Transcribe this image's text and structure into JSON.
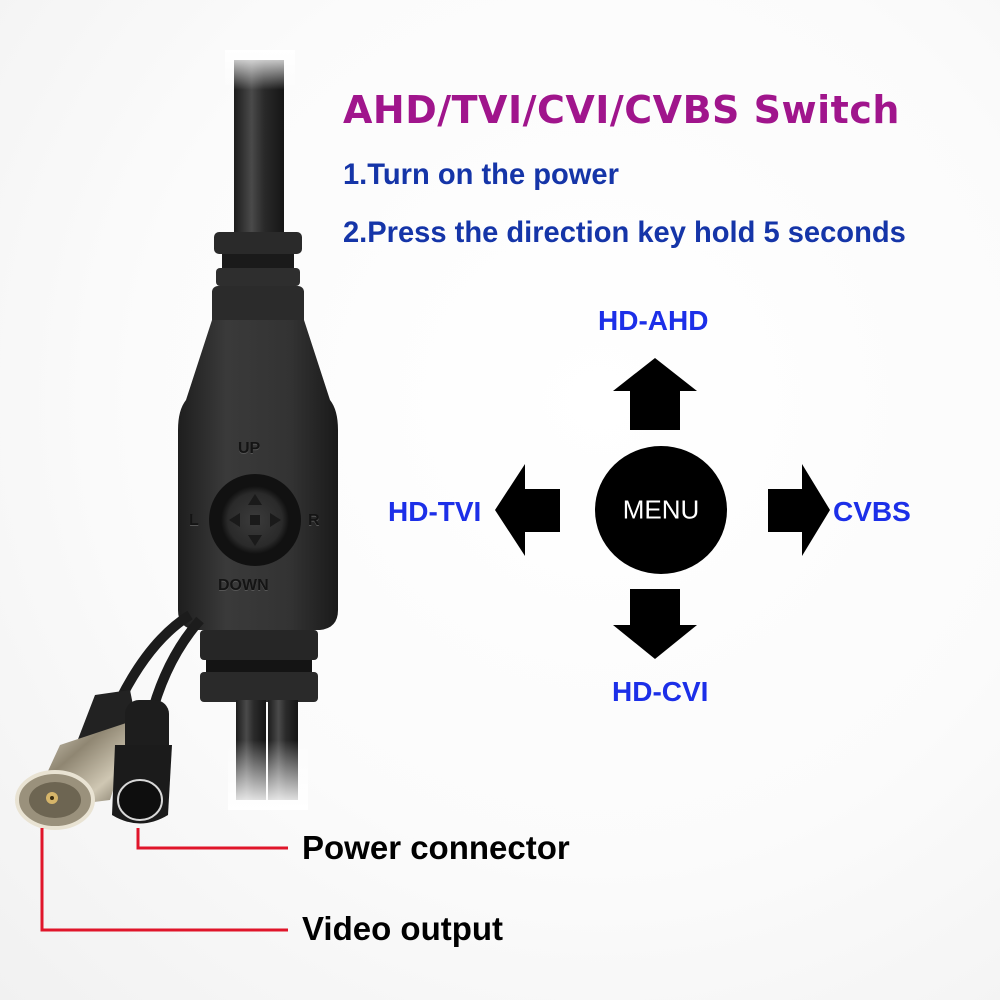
{
  "header": {
    "title": "AHD/TVI/CVI/CVBS Switch",
    "steps": [
      "1.Turn on the power",
      "2.Press the direction key hold 5 seconds"
    ]
  },
  "direction_pad_diagram": {
    "center_label": "MENU",
    "up_label": "HD-AHD",
    "left_label": "HD-TVI",
    "right_label": "CVBS",
    "down_label": "HD-CVI"
  },
  "device": {
    "button_labels": {
      "up": "UP",
      "left": "L",
      "right": "R",
      "down": "DOWN"
    }
  },
  "callouts": {
    "power": "Power connector",
    "video": "Video output"
  },
  "colors": {
    "title": "#a0158c",
    "steps": "#1535a8",
    "mode_labels": "#1c2fe8",
    "callout_lines": "#e0152a",
    "arrows": "#000000",
    "device_body": "#2b2b2b"
  }
}
